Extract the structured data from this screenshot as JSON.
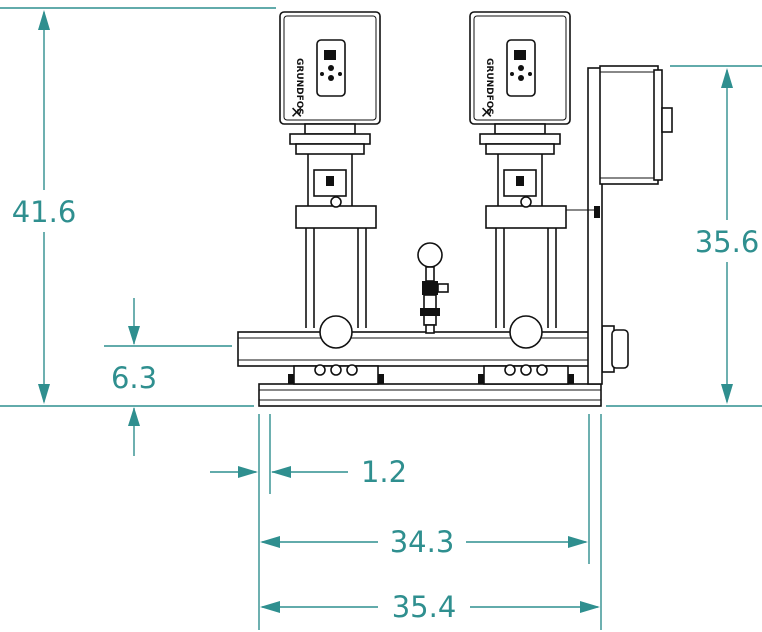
{
  "dimensions": {
    "overall_height": "41.6",
    "panel_height": "35.6",
    "pipe_height": "6.3",
    "base_offset": "1.2",
    "frame_width": "34.3",
    "overall_width": "35.4"
  },
  "colors": {
    "dimension": "#2f8f8f",
    "line": "#111111"
  }
}
